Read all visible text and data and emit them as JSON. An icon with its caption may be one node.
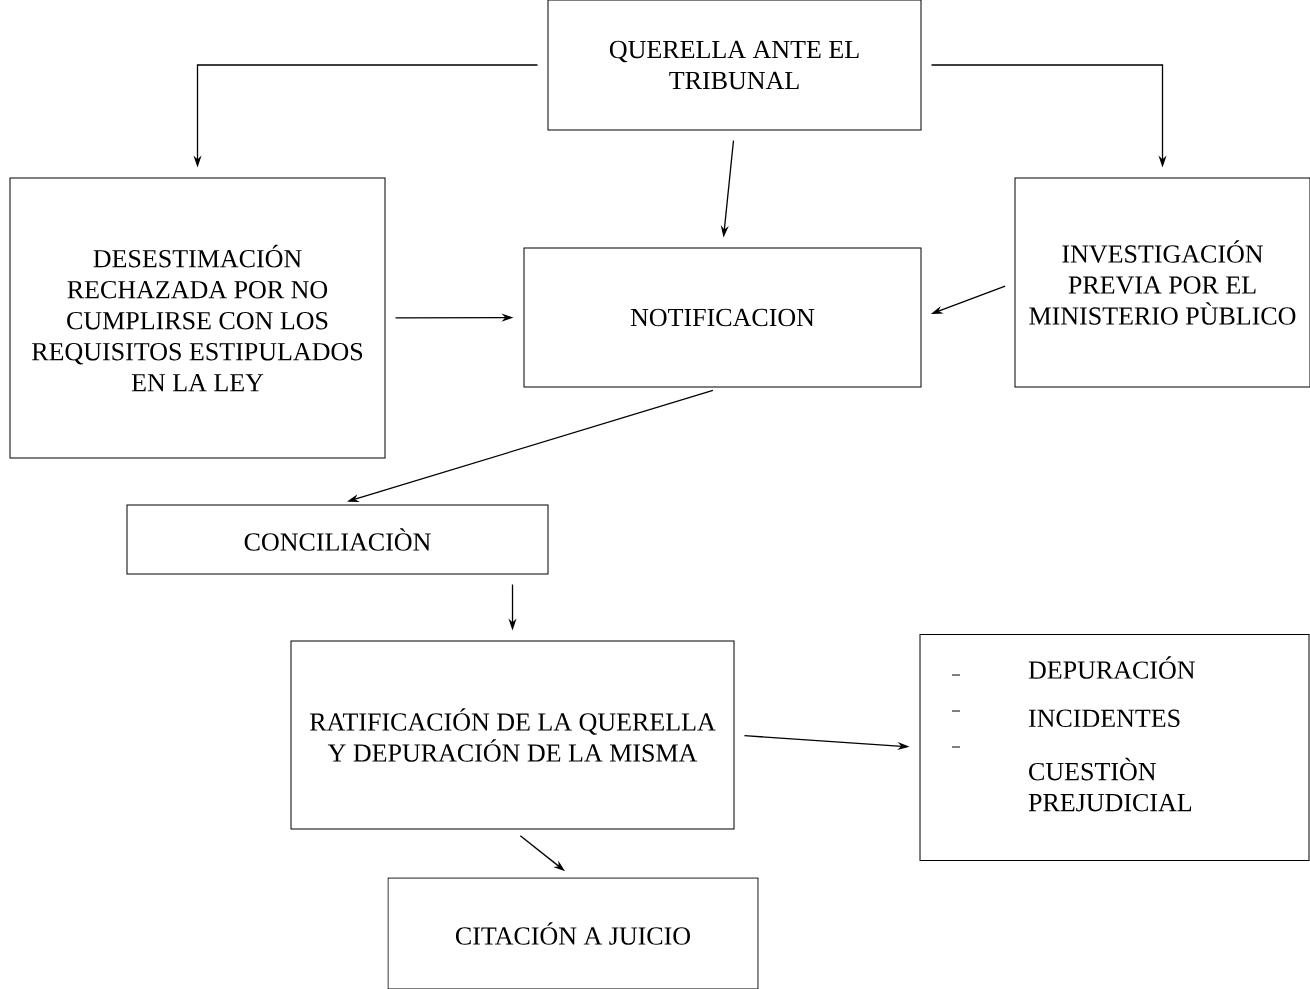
{
  "diagram": {
    "nodes": [
      {
        "text": [
          "QUERELLA ANTE EL TRIBUNAL"
        ]
      },
      {
        "text": [
          "DESESTIMACIÓN RECHAZADA POR NO CUMPLIRSE CON LOS REQUISITOS ESTIPULADOS EN LA LEY"
        ]
      },
      {
        "text": [
          "NOTIFICACION"
        ]
      },
      {
        "text": [
          "INVESTIGACIÓN PREVIA POR EL MINISTERIO PÙBLICO"
        ]
      },
      {
        "text": [
          "CONCILIACIÒN"
        ]
      },
      {
        "text": [
          "RATIFICACIÓN DE LA QUERELLA Y DEPURACIÓN DE LA MISMA"
        ]
      },
      {
        "text": [
          "DEPURACIÓN",
          "INCIDENTES",
          "CUESTIÒN PREJUDICIAL"
        ]
      },
      {
        "text": [
          "CITACIÓN A JUICIO"
        ]
      }
    ],
    "edges": [
      {
        "from": 0,
        "to": 1,
        "arrow": "to"
      },
      {
        "from": 0,
        "to": 3,
        "arrow": "to"
      },
      {
        "from": 0,
        "to": 2,
        "arrow": "to"
      },
      {
        "from": 1,
        "to": 2,
        "arrow": "to"
      },
      {
        "from": 3,
        "to": 2,
        "arrow": "to"
      },
      {
        "from": 2,
        "to": 4,
        "arrow": "to"
      },
      {
        "from": 4,
        "to": 5,
        "arrow": "to"
      },
      {
        "from": 5,
        "to": 6,
        "arrow": "to"
      },
      {
        "from": 5,
        "to": 7,
        "arrow": "to"
      }
    ]
  }
}
